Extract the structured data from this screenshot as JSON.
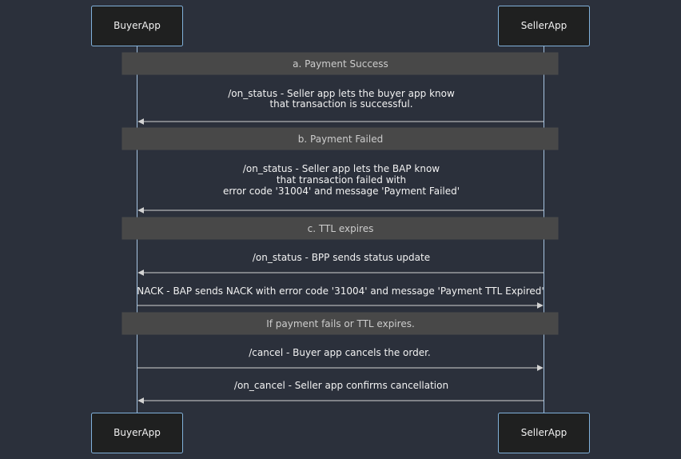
{
  "colors": {
    "background": "#2b303b",
    "participant_fill": "#1f2020",
    "participant_stroke": "#81b1db",
    "lifeline": "#a7c6e4",
    "note_fill": "#484848",
    "note_text": "#cccccc",
    "message_text": "#f2f2f2",
    "arrow": "#d3d3d3"
  },
  "participants": {
    "buyer": "BuyerApp",
    "seller": "SellerApp"
  },
  "notes": [
    "a. Payment Success",
    "b. Payment Failed",
    "c. TTL expires",
    "If payment fails or TTL expires."
  ],
  "messages": [
    {
      "direction": "seller-to-buyer",
      "lines": [
        "/on_status - Seller app lets the buyer app know",
        "that transaction is successful."
      ]
    },
    {
      "direction": "seller-to-buyer",
      "lines": [
        "/on_status - Seller app lets the BAP know",
        "that transaction failed with",
        "error code '31004' and message 'Payment Failed'"
      ]
    },
    {
      "direction": "seller-to-buyer",
      "lines": [
        "/on_status - BPP sends status update"
      ]
    },
    {
      "direction": "buyer-to-seller",
      "lines": [
        "NACK - BAP sends NACK with error code '31004' and message 'Payment TTL Expired'"
      ]
    },
    {
      "direction": "buyer-to-seller",
      "lines": [
        "/cancel - Buyer app cancels the order."
      ]
    },
    {
      "direction": "seller-to-buyer",
      "lines": [
        "/on_cancel - Seller app confirms cancellation"
      ]
    }
  ]
}
